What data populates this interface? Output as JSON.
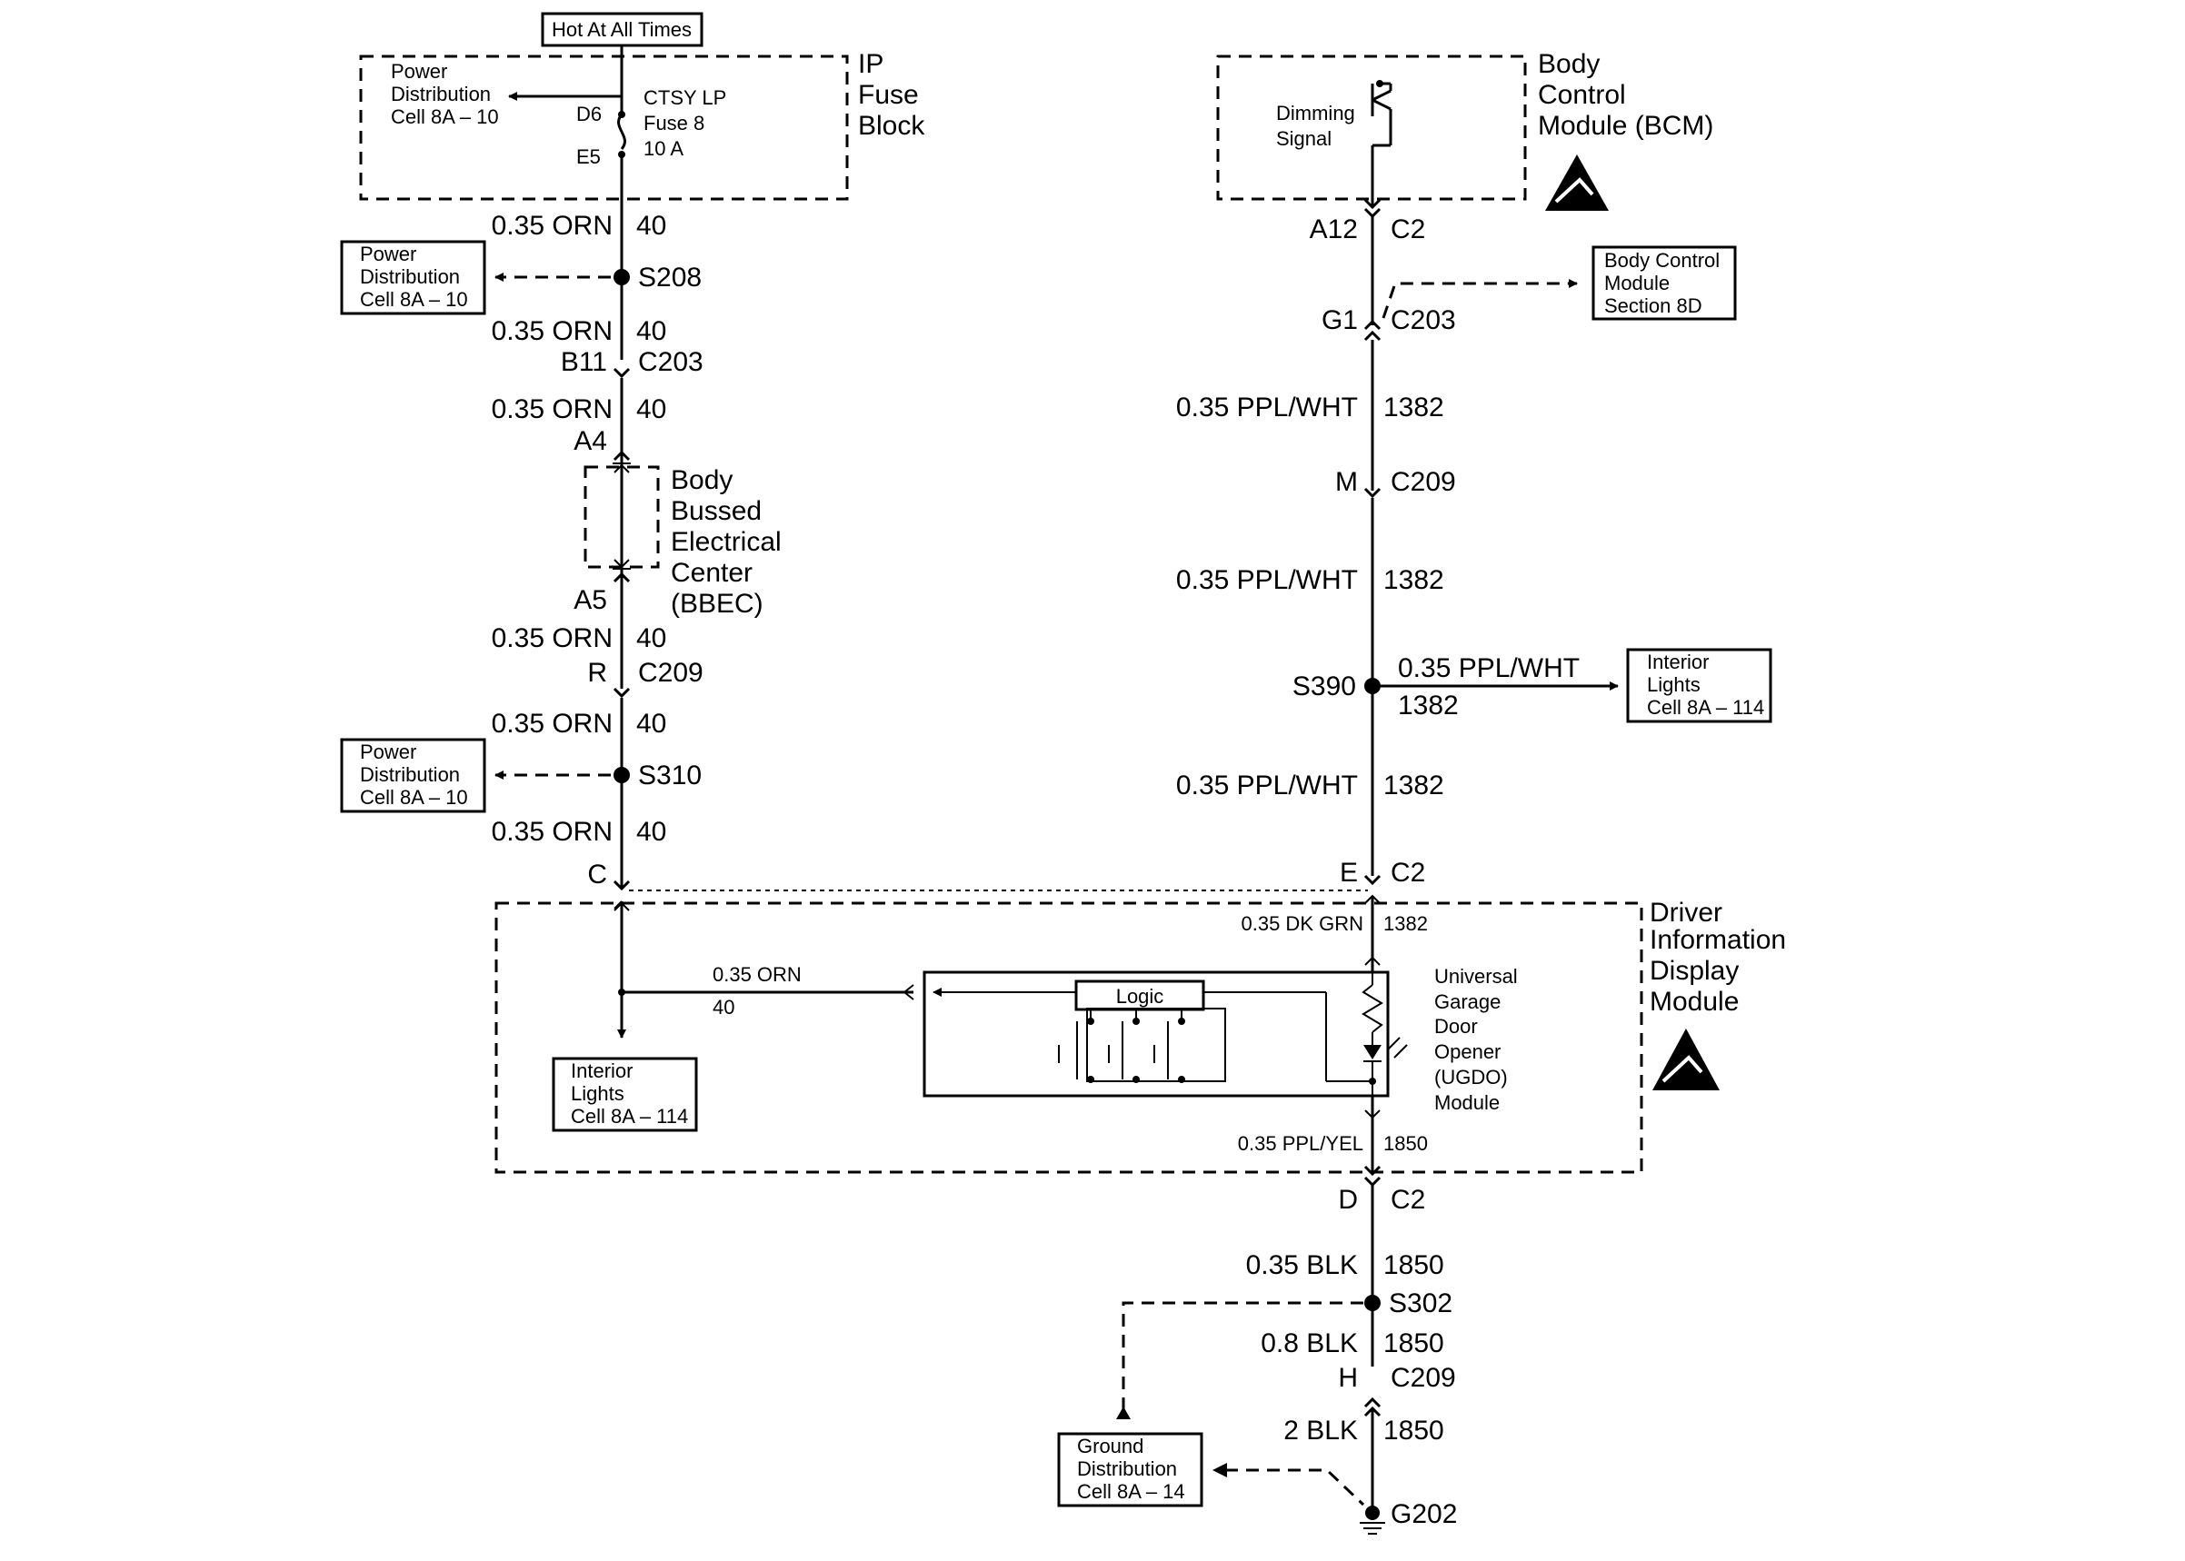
{
  "hot_label": "Hot At All Times",
  "fuse_block": {
    "title_lines": [
      "IP",
      "Fuse",
      "Block"
    ],
    "power_dist_lines": [
      "Power",
      "Distribution",
      "Cell 8A – 10"
    ],
    "pin_d6": "D6",
    "pin_e5": "E5",
    "fuse_lines": [
      "CTSY LP",
      "Fuse 8",
      "10 A"
    ]
  },
  "left_wire": {
    "w1": {
      "gauge": "0.35 ORN",
      "circuit": "40"
    },
    "s208": "S208",
    "pd1_lines": [
      "Power",
      "Distribution",
      "Cell 8A – 10"
    ],
    "w2": {
      "gauge": "0.35 ORN",
      "circuit": "40"
    },
    "c203": {
      "pin": "B11",
      "conn": "C203"
    },
    "w3": {
      "gauge": "0.35 ORN",
      "circuit": "40"
    },
    "a4": "A4",
    "bbec_lines": [
      "Body",
      "Bussed",
      "Electrical",
      "Center",
      "(BBEC)"
    ],
    "a5": "A5",
    "w4": {
      "gauge": "0.35 ORN",
      "circuit": "40"
    },
    "c209": {
      "pin": "R",
      "conn": "C209"
    },
    "w5": {
      "gauge": "0.35 ORN",
      "circuit": "40"
    },
    "s310": "S310",
    "pd2_lines": [
      "Power",
      "Distribution",
      "Cell 8A – 10"
    ],
    "w6": {
      "gauge": "0.35 ORN",
      "circuit": "40"
    },
    "pin_c": "C"
  },
  "bcm": {
    "title_lines": [
      "Body",
      "Control",
      "Module (BCM)"
    ],
    "dimming_lines": [
      "Dimming",
      "Signal"
    ],
    "a12": {
      "pin": "A12",
      "conn": "C2"
    },
    "g1": {
      "pin": "G1",
      "conn": "C203"
    },
    "bcm_ref_lines": [
      "Body Control",
      "Module",
      "Section 8D"
    ]
  },
  "right_wire": {
    "w1": {
      "gauge": "0.35 PPL/WHT",
      "circuit": "1382"
    },
    "c209": {
      "pin": "M",
      "conn": "C209"
    },
    "w2": {
      "gauge": "0.35 PPL/WHT",
      "circuit": "1382"
    },
    "s390": "S390",
    "branch": {
      "gauge": "0.35 PPL/WHT",
      "circuit": "1382"
    },
    "interior_lines": [
      "Interior",
      "Lights",
      "Cell 8A – 114"
    ],
    "w3": {
      "gauge": "0.35 PPL/WHT",
      "circuit": "1382"
    },
    "e_c2": {
      "pin": "E",
      "conn": "C2"
    }
  },
  "dim": {
    "title_lines": [
      "Driver",
      "Information",
      "Display",
      "Module"
    ],
    "in_wire": {
      "gauge": "0.35 DK GRN",
      "circuit": "1382"
    },
    "orn_wire": {
      "gauge": "0.35 ORN",
      "circuit": "40"
    },
    "logic": "Logic",
    "interior_lines": [
      "Interior",
      "Lights",
      "Cell 8A – 114"
    ],
    "ugdo_lines": [
      "Universal",
      "Garage",
      "Door",
      "Opener",
      "(UGDO)",
      "Module"
    ],
    "out_wire": {
      "gauge": "0.35 PPL/YEL",
      "circuit": "1850"
    }
  },
  "ground": {
    "d_c2": {
      "pin": "D",
      "conn": "C2"
    },
    "w1": {
      "gauge": "0.35 BLK",
      "circuit": "1850"
    },
    "s302": "S302",
    "w2": {
      "gauge": "0.8 BLK",
      "circuit": "1850"
    },
    "c209": {
      "pin": "H",
      "conn": "C209"
    },
    "w3": {
      "gauge": "2 BLK",
      "circuit": "1850"
    },
    "gd_lines": [
      "Ground",
      "Distribution",
      "Cell 8A – 14"
    ],
    "g202": "G202"
  }
}
